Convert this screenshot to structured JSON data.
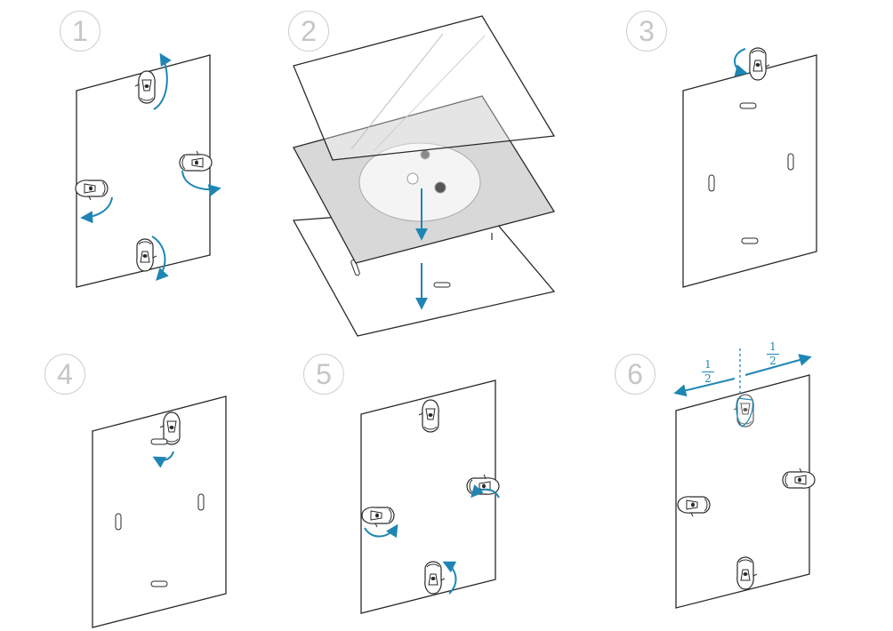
{
  "colors": {
    "accent": "#1f86b4",
    "outline": "#2a2a2a",
    "step_number": "#c6c6c6",
    "mat": "#d8d8d8"
  },
  "steps": [
    {
      "number": "1"
    },
    {
      "number": "2"
    },
    {
      "number": "3"
    },
    {
      "number": "4"
    },
    {
      "number": "5"
    },
    {
      "number": "6",
      "fraction_left": {
        "numerator": "1",
        "denominator": "2"
      },
      "fraction_right": {
        "numerator": "1",
        "denominator": "2"
      }
    }
  ]
}
